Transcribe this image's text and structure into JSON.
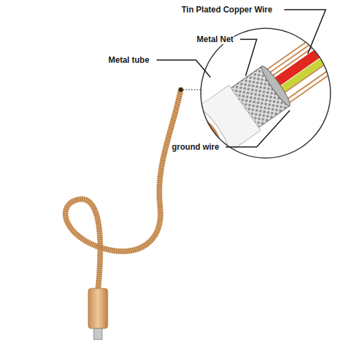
{
  "diagram": {
    "labels": [
      "Tin Plated Copper Wire",
      "Metal Net",
      "Metal tube",
      "ground wire"
    ]
  }
}
